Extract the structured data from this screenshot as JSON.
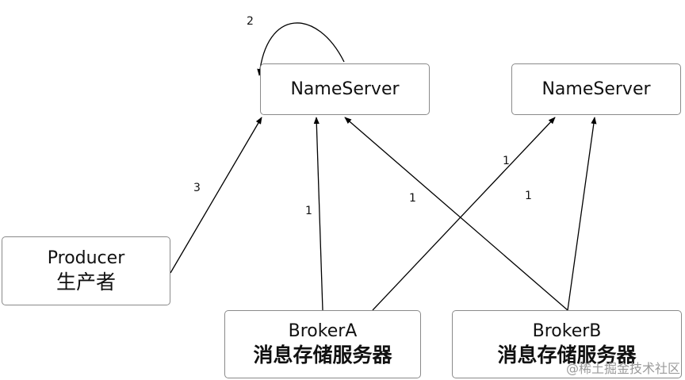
{
  "diagram": {
    "nodes": {
      "nameserver_left": {
        "title": "NameServer"
      },
      "nameserver_right": {
        "title": "NameServer"
      },
      "producer": {
        "title": "Producer",
        "subtitle": "生产者"
      },
      "broker_a": {
        "title": "BrokerA",
        "subtitle": "消息存储服务器"
      },
      "broker_b": {
        "title": "BrokerB",
        "subtitle": "消息存储服务器"
      }
    },
    "edges": [
      {
        "from": "nameserver_left",
        "to": "nameserver_left",
        "label": "2"
      },
      {
        "from": "producer",
        "to": "nameserver_left",
        "label": "3"
      },
      {
        "from": "broker_a",
        "to": "nameserver_left",
        "label": "1"
      },
      {
        "from": "broker_b",
        "to": "nameserver_left",
        "label": "1"
      },
      {
        "from": "broker_a",
        "to": "nameserver_right",
        "label": "1"
      },
      {
        "from": "broker_b",
        "to": "nameserver_right",
        "label": "1"
      }
    ]
  },
  "watermark": {
    "text": "@稀土掘金技术社区"
  },
  "colors": {
    "stroke": "#000000",
    "border": "#8a8a8a",
    "text": "#111111"
  }
}
